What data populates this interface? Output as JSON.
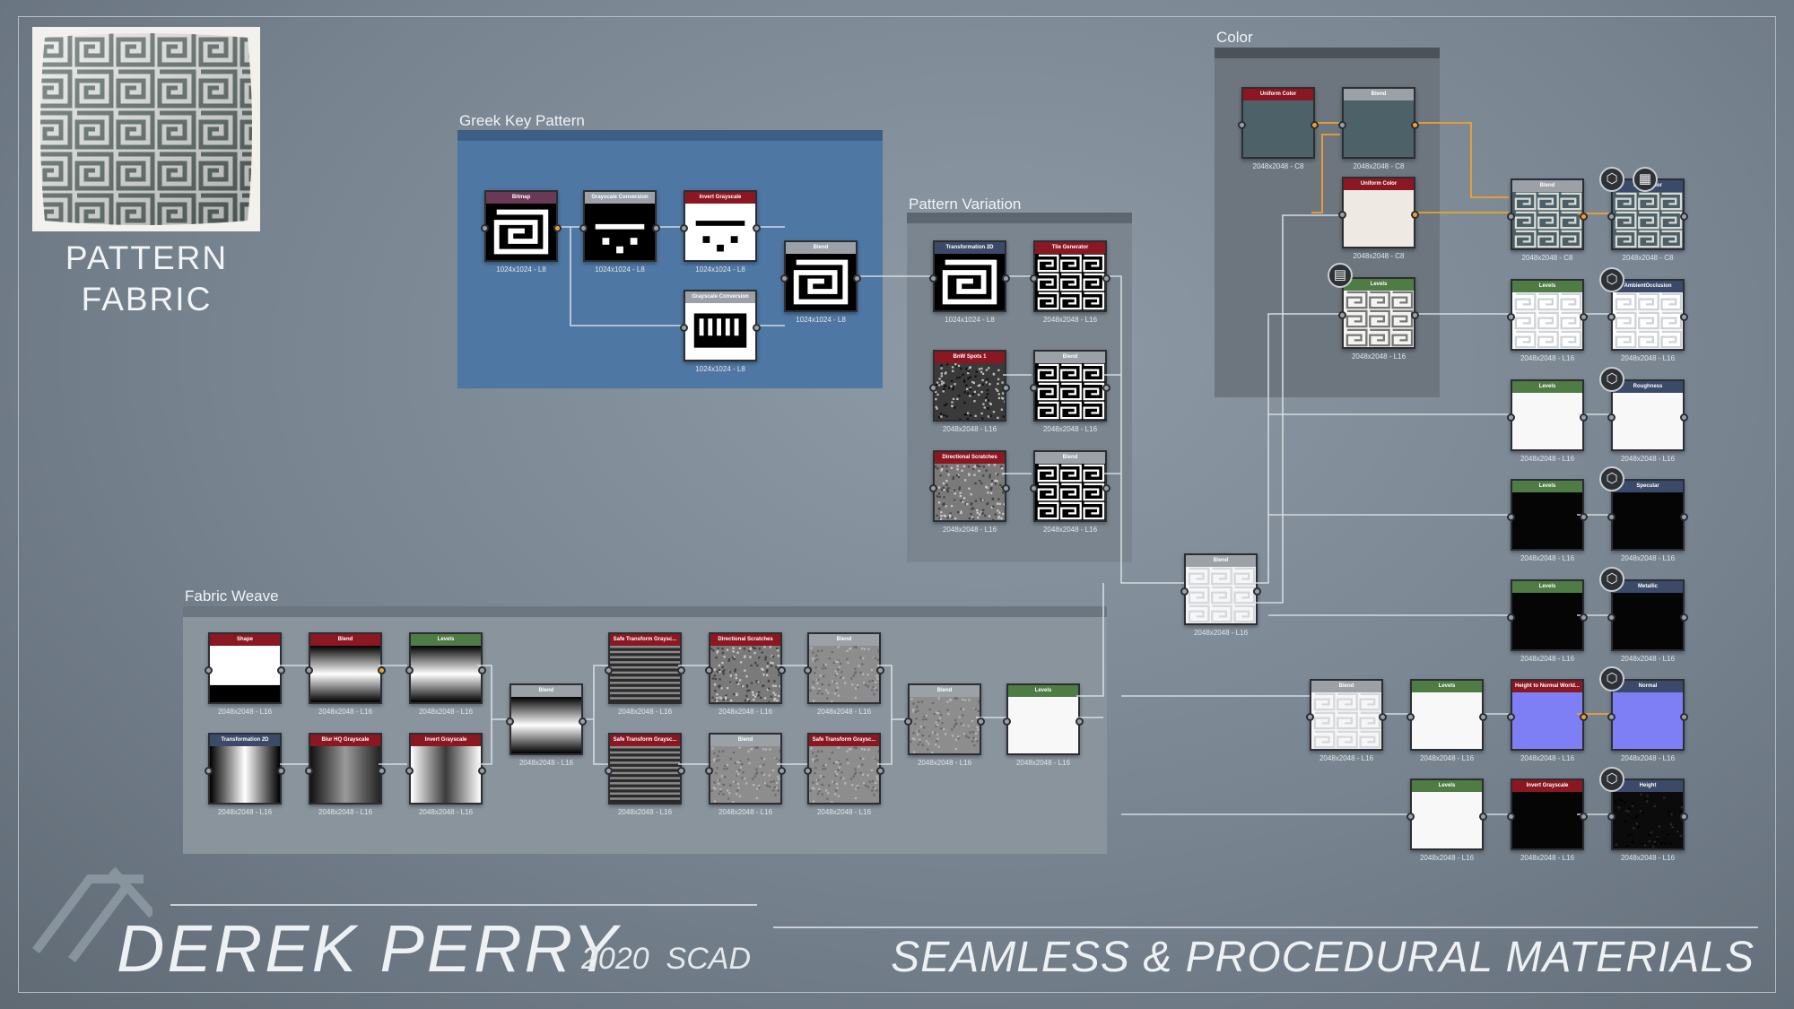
{
  "title": "PATTERN FABRIC",
  "colors": {
    "accent_wire": "#f0a030",
    "wire": "#dde3e8",
    "header_red": "#8b1722",
    "header_gray": "#9ba1a7",
    "header_green": "#4e7c44",
    "header_navy": "#3c4a6a",
    "header_plum": "#6a3a55"
  },
  "frames": {
    "greek_key": "Greek Key Pattern",
    "pattern_variation": "Pattern Variation",
    "color": "Color",
    "fabric_weave": "Fabric Weave"
  },
  "nodes": [
    {
      "id": "bitmap",
      "title": "Bitmap",
      "res": "1024x1024 - L8",
      "hdr": "plum",
      "thumb": "key"
    },
    {
      "id": "gray1",
      "title": "Grayscale Conversion",
      "res": "1024x1024 - L8",
      "hdr": "gray",
      "thumb": "blocks"
    },
    {
      "id": "inv1",
      "title": "Invert Grayscale",
      "res": "1024x1024 - L8",
      "hdr": "red",
      "thumb": "blocks_inv"
    },
    {
      "id": "gray2",
      "title": "Grayscale Conversion",
      "res": "1024x1024 - L8",
      "hdr": "gray",
      "thumb": "bars"
    },
    {
      "id": "blend1",
      "title": "Blend",
      "res": "1024x1024 - L8",
      "hdr": "gray",
      "thumb": "key"
    },
    {
      "id": "trans1",
      "title": "Transformation 2D",
      "res": "1024x1024 - L8",
      "hdr": "navy",
      "thumb": "key"
    },
    {
      "id": "tile",
      "title": "Tile Generator",
      "res": "2048x2048 - L16",
      "hdr": "red",
      "thumb": "tile"
    },
    {
      "id": "bnw",
      "title": "BnW Spots 1",
      "res": "2048x2048 - L16",
      "hdr": "red",
      "thumb": "spots"
    },
    {
      "id": "blend2",
      "title": "Blend",
      "res": "2048x2048 - L16",
      "hdr": "gray",
      "thumb": "tile"
    },
    {
      "id": "dirscr1",
      "title": "Directional Scratches",
      "res": "2048x2048 - L16",
      "hdr": "red",
      "thumb": "noise"
    },
    {
      "id": "blend3",
      "title": "Blend",
      "res": "2048x2048 - L16",
      "hdr": "gray",
      "thumb": "tile"
    },
    {
      "id": "ucol1",
      "title": "Uniform Color",
      "res": "2048x2048 - C8",
      "hdr": "red",
      "thumb": "teal"
    },
    {
      "id": "cblend",
      "title": "Blend",
      "res": "2048x2048 - C8",
      "hdr": "gray",
      "thumb": "teal"
    },
    {
      "id": "ucol2",
      "title": "Uniform Color",
      "res": "2048x2048 - C8",
      "hdr": "red",
      "thumb": "cream"
    },
    {
      "id": "clevels",
      "title": "Levels",
      "res": "2048x2048 - L16",
      "hdr": "green",
      "thumb": "tile_light"
    },
    {
      "id": "blend_main",
      "title": "Blend",
      "res": "2048x2048 - L16",
      "hdr": "gray",
      "thumb": "weave_white"
    },
    {
      "id": "basecolor_blend",
      "title": "Blend",
      "res": "2048x2048 - C8",
      "hdr": "gray",
      "thumb": "tile_teal"
    },
    {
      "id": "out_basecolor",
      "title": "Base Color",
      "res": "2048x2048 - C8",
      "hdr": "navy",
      "thumb": "tile_teal"
    },
    {
      "id": "lv_ao",
      "title": "Levels",
      "res": "2048x2048 - L16",
      "hdr": "green",
      "thumb": "tile_white"
    },
    {
      "id": "out_ao",
      "title": "AmbientOcclusion",
      "res": "2048x2048 - L16",
      "hdr": "navy",
      "thumb": "tile_white"
    },
    {
      "id": "lv_rough",
      "title": "Levels",
      "res": "2048x2048 - L16",
      "hdr": "green",
      "thumb": "white"
    },
    {
      "id": "out_rough",
      "title": "Roughness",
      "res": "2048x2048 - L16",
      "hdr": "navy",
      "thumb": "white"
    },
    {
      "id": "lv_spec",
      "title": "Levels",
      "res": "2048x2048 - L16",
      "hdr": "green",
      "thumb": "black"
    },
    {
      "id": "out_spec",
      "title": "Specular",
      "res": "2048x2048 - L16",
      "hdr": "navy",
      "thumb": "black"
    },
    {
      "id": "lv_metal",
      "title": "Levels",
      "res": "2048x2048 - L16",
      "hdr": "green",
      "thumb": "black"
    },
    {
      "id": "out_metal",
      "title": "Metallic",
      "res": "2048x2048 - L16",
      "hdr": "navy",
      "thumb": "black"
    },
    {
      "id": "blend_b",
      "title": "Blend",
      "res": "2048x2048 - L16",
      "hdr": "gray",
      "thumb": "weave_white"
    },
    {
      "id": "lv_n",
      "title": "Levels",
      "res": "2048x2048 - L16",
      "hdr": "green",
      "thumb": "white"
    },
    {
      "id": "h2n",
      "title": "Height to Normal World...",
      "res": "2048x2048 - L16",
      "hdr": "red",
      "thumb": "normal"
    },
    {
      "id": "out_normal",
      "title": "Normal",
      "res": "2048x2048 - L16",
      "hdr": "navy",
      "thumb": "normal"
    },
    {
      "id": "lv_h",
      "title": "Levels",
      "res": "2048x2048 - L16",
      "hdr": "green",
      "thumb": "white"
    },
    {
      "id": "inv_h",
      "title": "Invert Grayscale",
      "res": "2048x2048 - L16",
      "hdr": "red",
      "thumb": "black"
    },
    {
      "id": "out_height",
      "title": "Height",
      "res": "2048x2048 - L16",
      "hdr": "navy",
      "thumb": "black_noise"
    },
    {
      "id": "shape",
      "title": "Shape",
      "res": "2048x2048 - L16",
      "hdr": "red",
      "thumb": "shape"
    },
    {
      "id": "fblend1",
      "title": "Blend",
      "res": "2048x2048 - L16",
      "hdr": "red",
      "thumb": "grad_h"
    },
    {
      "id": "flevels1",
      "title": "Levels",
      "res": "2048x2048 - L16",
      "hdr": "green",
      "thumb": "grad_h"
    },
    {
      "id": "trans2",
      "title": "Transformation 2D",
      "res": "2048x2048 - L16",
      "hdr": "navy",
      "thumb": "grad_v"
    },
    {
      "id": "blurhq",
      "title": "Blur HQ Grayscale",
      "res": "2048x2048 - L16",
      "hdr": "red",
      "thumb": "grad_soft"
    },
    {
      "id": "inv2",
      "title": "Invert Grayscale",
      "res": "2048x2048 - L16",
      "hdr": "red",
      "thumb": "grad_inv"
    },
    {
      "id": "fblend2",
      "title": "Blend",
      "res": "2048x2048 - L16",
      "hdr": "gray",
      "thumb": "grad_h"
    },
    {
      "id": "sts1",
      "title": "Safe Transform Graysc...",
      "res": "2048x2048 - L16",
      "hdr": "red",
      "thumb": "stripes"
    },
    {
      "id": "sts2",
      "title": "Safe Transform Graysc...",
      "res": "2048x2048 - L16",
      "hdr": "red",
      "thumb": "stripes"
    },
    {
      "id": "dirscr2",
      "title": "Directional Scratches",
      "res": "2048x2048 - L16",
      "hdr": "red",
      "thumb": "noise"
    },
    {
      "id": "fblend3",
      "title": "Blend",
      "res": "2048x2048 - L16",
      "hdr": "gray",
      "thumb": "noise_gray"
    },
    {
      "id": "sts3",
      "title": "Safe Transform Graysc...",
      "res": "2048x2048 - L16",
      "hdr": "red",
      "thumb": "noise_gray"
    },
    {
      "id": "fblend4",
      "title": "Blend",
      "res": "2048x2048 - L16",
      "hdr": "gray",
      "thumb": "noise_gray"
    },
    {
      "id": "fblend5",
      "title": "Blend",
      "res": "2048x2048 - L16",
      "hdr": "gray",
      "thumb": "noise_gray"
    },
    {
      "id": "flevels2",
      "title": "Levels",
      "res": "2048x2048 - L16",
      "hdr": "green",
      "thumb": "white"
    }
  ],
  "footer": {
    "author": "DEREK PERRY",
    "year": "2020",
    "school": "SCAD",
    "course": "SEAMLESS & PROCEDURAL MATERIALS"
  }
}
